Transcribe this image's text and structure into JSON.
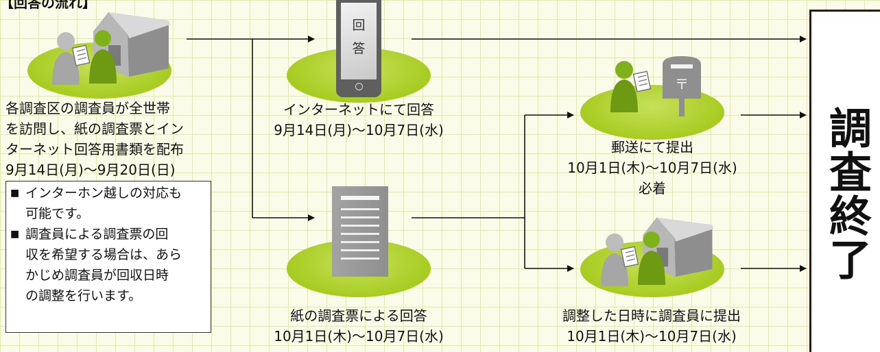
{
  "title": "【回答の流れ】",
  "steps": {
    "distribution": {
      "lines": [
        "各調査区の調査員が全世帯",
        "を訪問し、紙の調査票とイン",
        "ターネット回答用書類を配布",
        "9月14日(月)～9月20日(日)"
      ]
    },
    "notes": [
      {
        "bullet": "■",
        "lines": [
          "インターホン越しの対応も",
          "可能です。"
        ]
      },
      {
        "bullet": "■",
        "lines": [
          "調査員による調査票の回",
          "収を希望する場合は、あら",
          "かじめ調査員が回収日時",
          "の調整を行います。"
        ]
      }
    ],
    "internet": {
      "device_chars": [
        "回",
        "答"
      ],
      "lines": [
        "インターネットにて回答",
        "9月14日(月)～10月7日(水)"
      ]
    },
    "paper": {
      "lines": [
        "紙の調査票による回答",
        "10月1日(木)～10月7日(水)"
      ]
    },
    "mail": {
      "lines": [
        "郵送にて提出",
        "10月1日(木)～10月7日(水)",
        "必着"
      ]
    },
    "collector": {
      "lines": [
        "調整した日時に調査員に提出",
        "10月1日(木)～10月7日(水)"
      ]
    },
    "end": {
      "label": "調査終了"
    }
  },
  "colors": {
    "grid": "#dfe7b4",
    "ellipse": "#a8cc22",
    "person_green": "#7aa61a",
    "person_gray": "#a6a6a6",
    "house": "#9a9a9a",
    "arrow": "#111111"
  },
  "icons": [
    "house-icon",
    "person-icon",
    "tablet-icon",
    "document-icon",
    "mailbox-icon"
  ]
}
